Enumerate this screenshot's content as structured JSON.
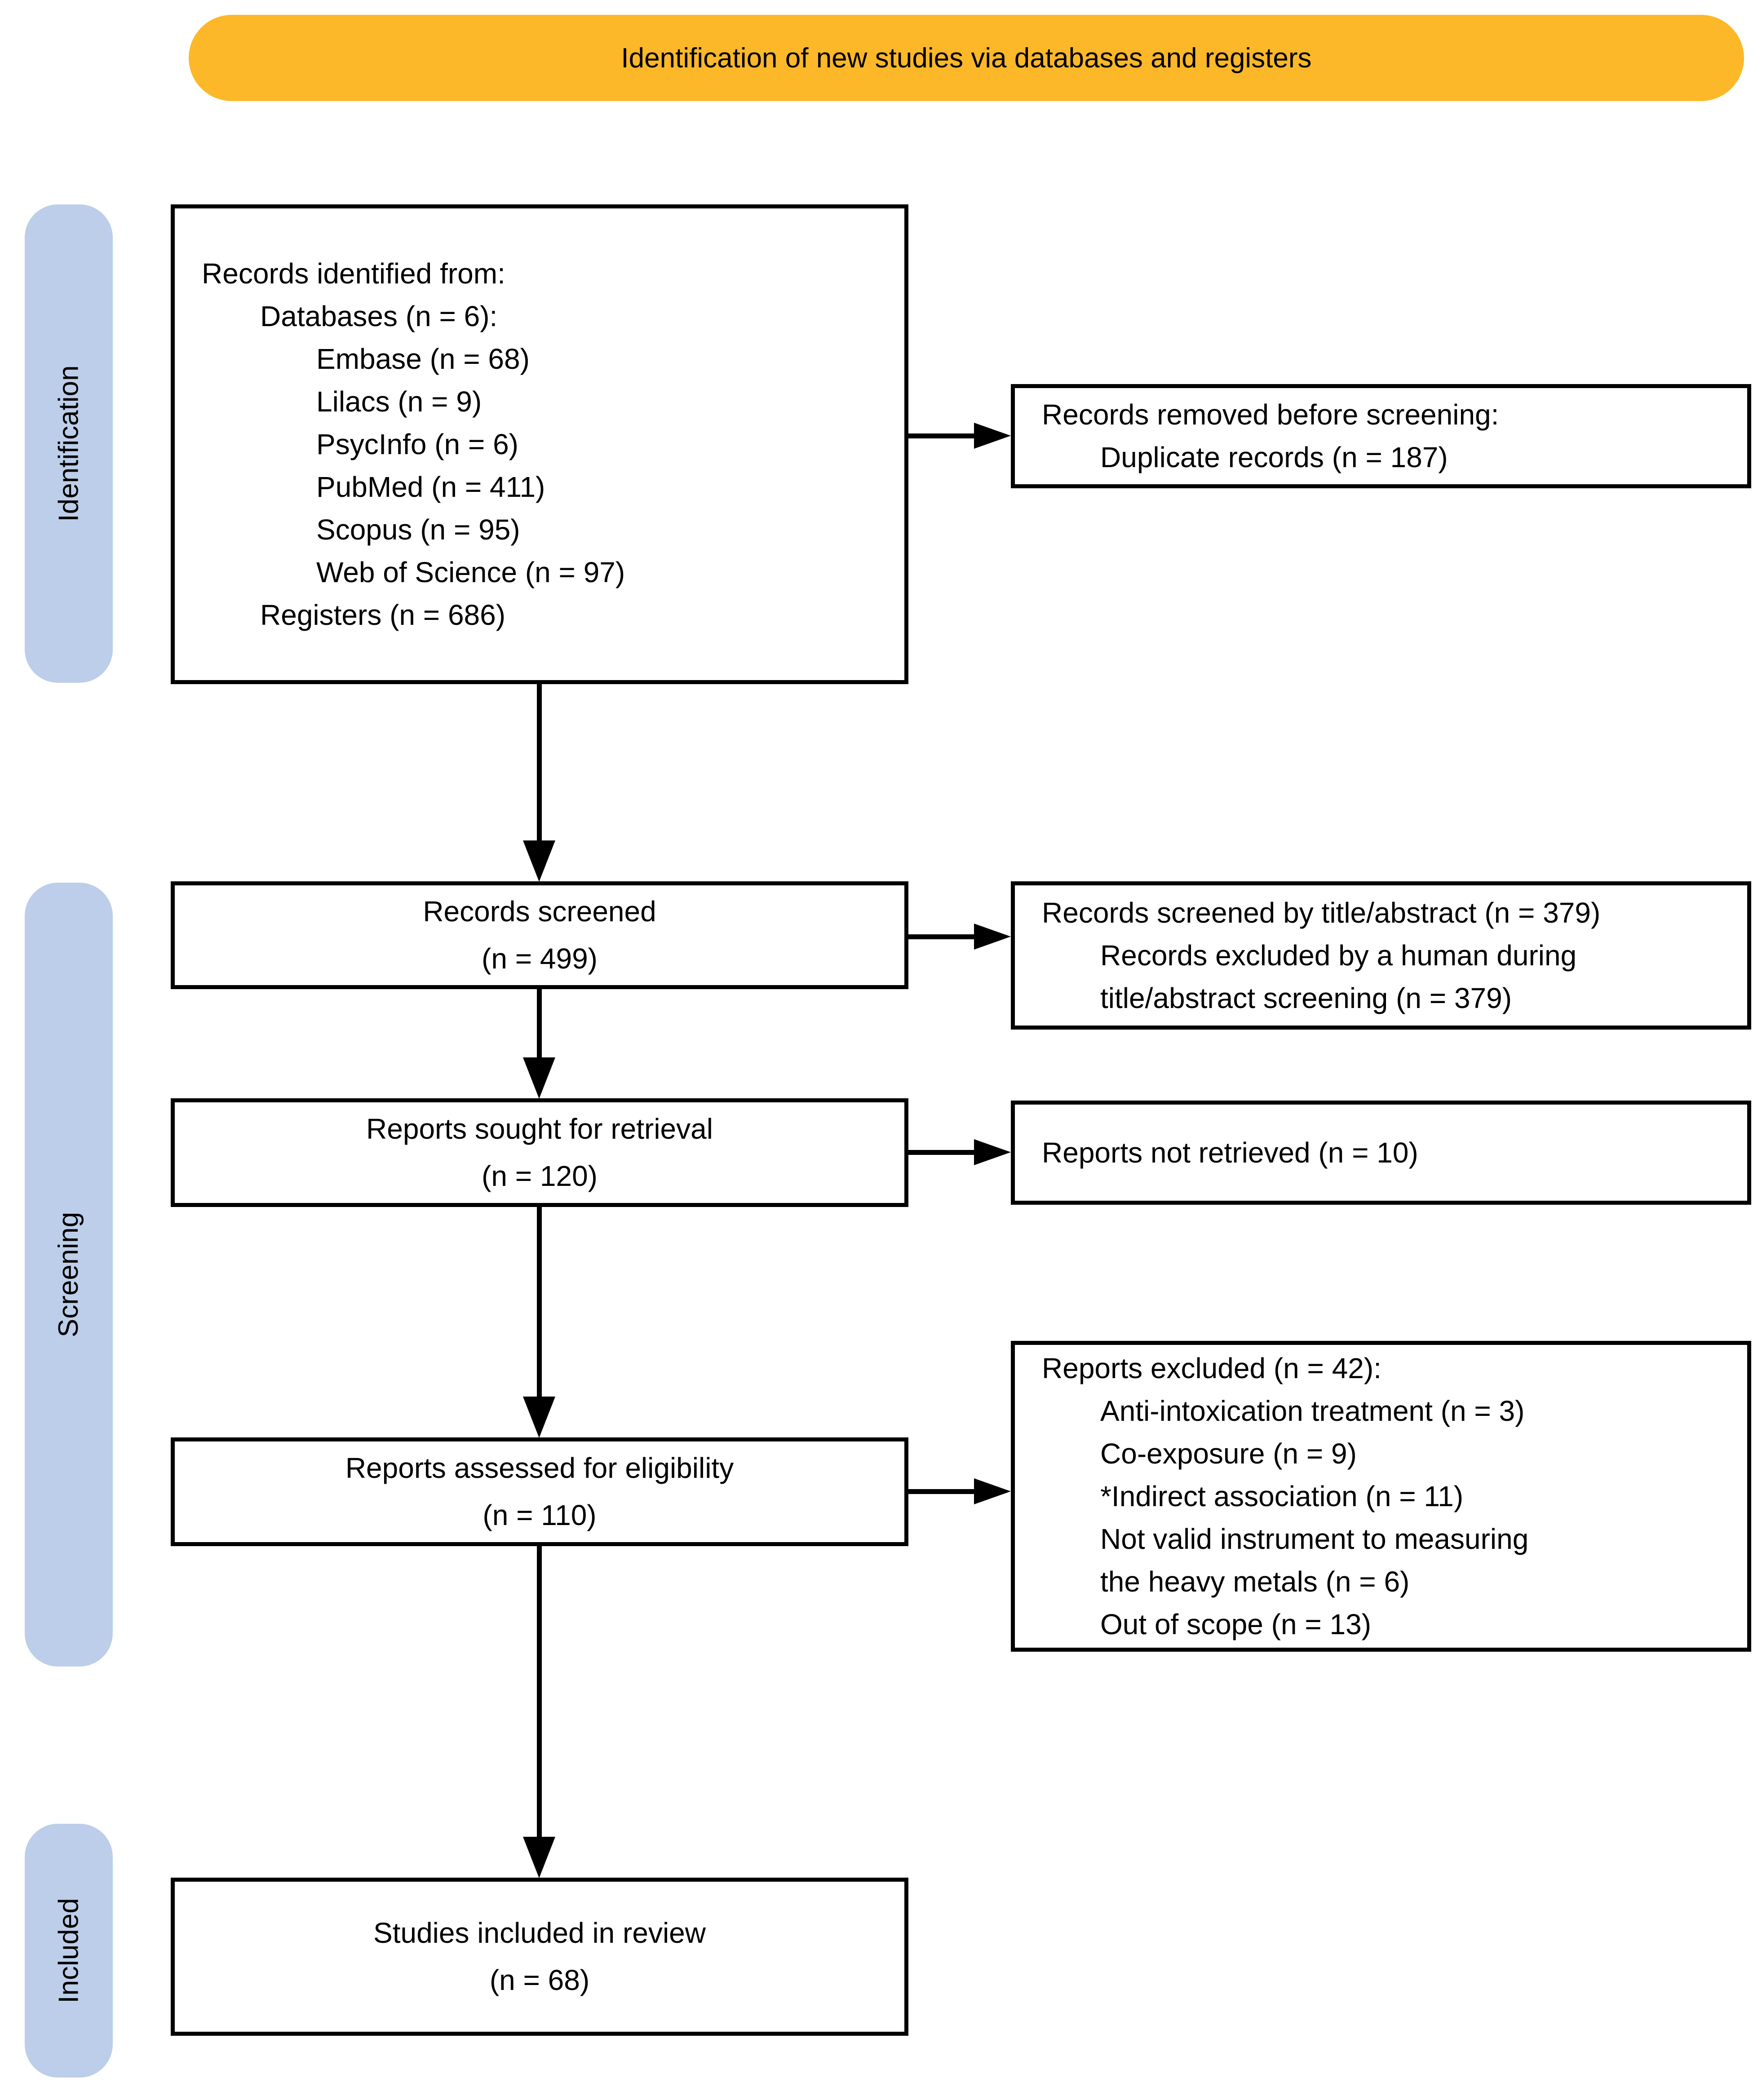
{
  "banner": {
    "title": "Identification of new studies via databases and registers"
  },
  "stages": {
    "identification": "Identification",
    "screening": "Screening",
    "included": "Included"
  },
  "flow": {
    "records_identified": {
      "lines": [
        {
          "text": "Records identified from:",
          "indent": 0
        },
        {
          "text": "Databases (n = 6):",
          "indent": 1
        },
        {
          "text": "Embase (n = 68)",
          "indent": 2
        },
        {
          "text": "Lilacs (n = 9)",
          "indent": 2
        },
        {
          "text": "PsycInfo (n = 6)",
          "indent": 2
        },
        {
          "text": "PubMed (n = 411)",
          "indent": 2
        },
        {
          "text": "Scopus (n = 95)",
          "indent": 2
        },
        {
          "text": "Web of Science (n = 97)",
          "indent": 2
        },
        {
          "text": "Registers (n = 686)",
          "indent": 1
        }
      ]
    },
    "records_screened": {
      "line1": "Records screened",
      "line2": "(n = 499)"
    },
    "reports_sought": {
      "line1": "Reports sought for retrieval",
      "line2": "(n = 120)"
    },
    "reports_assessed": {
      "line1": "Reports assessed for eligibility",
      "line2": "(n = 110)"
    },
    "studies_included": {
      "line1": "Studies included in review",
      "line2": "(n = 68)"
    },
    "records_removed": {
      "lines": [
        {
          "text": "Records removed before screening:",
          "indent": 0
        },
        {
          "text": "Duplicate records (n = 187)",
          "indent": 1
        }
      ]
    },
    "records_screened_title_abstract": {
      "lines": [
        {
          "text": "Records screened by title/abstract (n = 379)",
          "indent": 0
        },
        {
          "text": "Records excluded by a human during",
          "indent": 1
        },
        {
          "text": "title/abstract screening (n = 379)",
          "indent": 1
        }
      ]
    },
    "reports_not_retrieved": {
      "lines": [
        {
          "text": "Reports not retrieved (n = 10)",
          "indent": 0
        }
      ]
    },
    "reports_excluded": {
      "lines": [
        {
          "text": "Reports excluded (n = 42):",
          "indent": 0
        },
        {
          "text": "Anti-intoxication treatment (n = 3)",
          "indent": 1
        },
        {
          "text": "Co-exposure (n = 9)",
          "indent": 1
        },
        {
          "text": "*Indirect association (n = 11)",
          "indent": 1
        },
        {
          "text": "Not valid instrument to measuring",
          "indent": 1
        },
        {
          "text": "the heavy metals (n = 6)",
          "indent": 1
        },
        {
          "text": "Out of scope (n = 13)",
          "indent": 1
        }
      ]
    }
  },
  "colors": {
    "banner_bg": "#FCB828",
    "stage_bg": "#BCCEE9",
    "box_border": "#000000",
    "text": "#000000",
    "background": "#FFFFFF"
  }
}
